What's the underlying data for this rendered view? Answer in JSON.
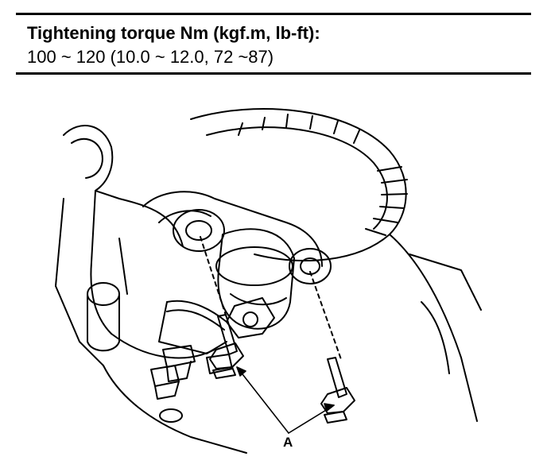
{
  "spec": {
    "line1": "Tightening torque Nm (kgf.m, lb-ft):",
    "line2": "100 ~ 120 (10.0 ~ 12.0, 72 ~87)"
  },
  "illustration": {
    "callout_a": "A"
  }
}
